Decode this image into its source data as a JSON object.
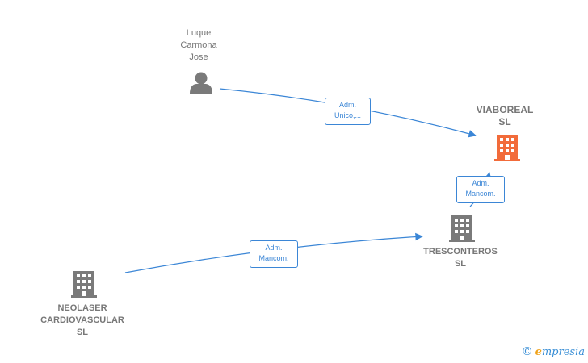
{
  "nodes": {
    "person": {
      "lines": [
        "Luque",
        "Carmona",
        "Jose"
      ]
    },
    "viaboreal": {
      "lines": [
        "VIABOREAL",
        "SL"
      ]
    },
    "tresconteros": {
      "lines": [
        "TRESCONTEROS",
        "SL"
      ]
    },
    "neolaser": {
      "lines": [
        "NEOLASER",
        "CARDIOVASCULAR",
        "SL"
      ]
    }
  },
  "edges": {
    "person_viaboreal": {
      "lines": [
        "Adm.",
        "Unico,..."
      ]
    },
    "tresconteros_viaboreal": {
      "lines": [
        "Adm.",
        "Mancom."
      ]
    },
    "neolaser_tresconteros": {
      "lines": [
        "Adm.",
        "Mancom."
      ]
    }
  },
  "brand": {
    "copyright": "©",
    "initial": "e",
    "rest": "mpresia"
  },
  "colors": {
    "edge": "#3b86d6",
    "focus_company": "#f26b3a",
    "company": "#7a7a7a",
    "person": "#7a7a7a"
  },
  "icons": {
    "person": "person-icon",
    "company": "building-icon"
  }
}
